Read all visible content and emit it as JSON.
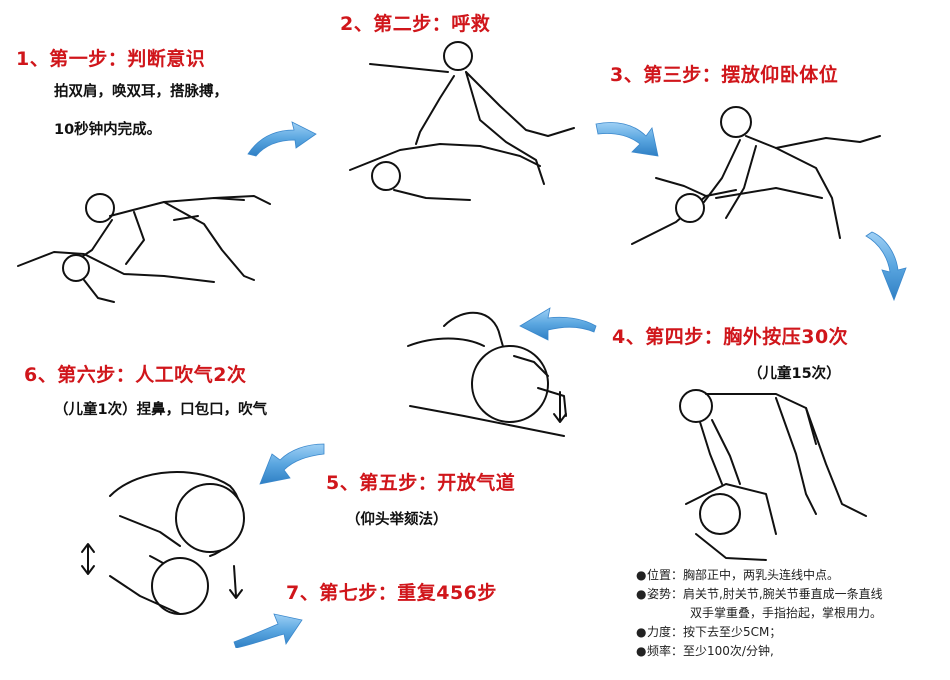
{
  "steps": [
    {
      "number": "1、",
      "title": "第一步：判断意识",
      "lines": [
        "拍双肩，唤双耳，搭脉搏，",
        "10秒钟内完成。"
      ]
    },
    {
      "number": "2、",
      "title": "第二步：呼救"
    },
    {
      "number": "3、",
      "title": "第三步：摆放仰卧体位"
    },
    {
      "number": "4、",
      "title": "第四步：胸外按压30次",
      "lines": [
        "（儿童15次）"
      ]
    },
    {
      "number": "5、",
      "title": "第五步：开放气道",
      "lines": [
        "（仰头举颏法）"
      ]
    },
    {
      "number": "6、",
      "title": "第六步：人工吹气2次",
      "lines": [
        "（儿童1次）捏鼻，口包口，吹气"
      ]
    },
    {
      "number": "7、",
      "title": "第七步：重复456步"
    }
  ],
  "notes": [
    {
      "bullet": "●",
      "label": "位置：",
      "text": "胸部正中，两乳头连线中点。"
    },
    {
      "bullet": "●",
      "label": "姿势：",
      "text": "肩关节,肘关节,腕关节垂直成一条直线",
      "continuation": "双手掌重叠，手指抬起，掌根用力。"
    },
    {
      "bullet": "●",
      "label": "力度：",
      "text": "按下去至少5CM；"
    },
    {
      "bullet": "●",
      "label": "频率：",
      "text": "至少100次/分钟,"
    }
  ],
  "icons": {
    "arrow": "curved-blue-arrow",
    "illustration": "line-drawing-figure"
  },
  "colors": {
    "title_red": "#d0161b",
    "text_black": "#111111",
    "arrow_blue": "#5aa6e0",
    "arrow_dark": "#2f7fc4"
  }
}
